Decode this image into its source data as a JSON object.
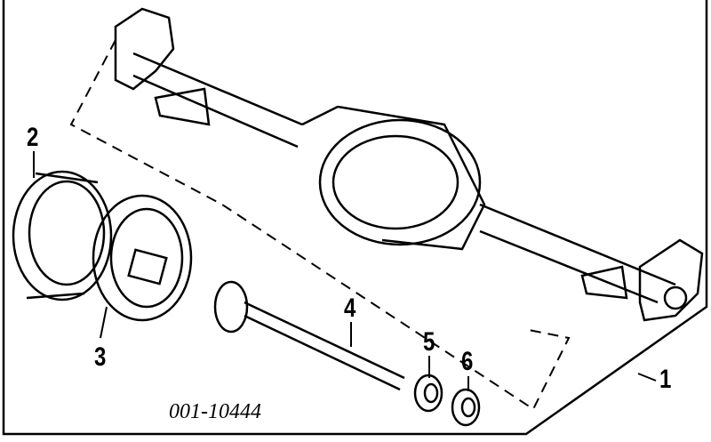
{
  "diagram": {
    "drawing_number": "001-10444",
    "callouts": [
      "1",
      "2",
      "3",
      "4",
      "5",
      "6"
    ]
  }
}
